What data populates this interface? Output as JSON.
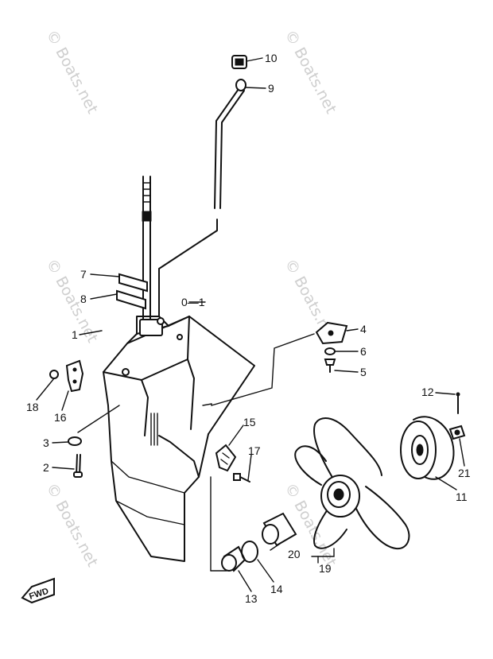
{
  "watermark": {
    "text": "© Boats.net",
    "color": "#cfcfcf"
  },
  "direction_badge": {
    "text": "FWD"
  },
  "callouts": [
    {
      "id": "10",
      "text": "10"
    },
    {
      "id": "9",
      "text": "9"
    },
    {
      "id": "7",
      "text": "7"
    },
    {
      "id": "8",
      "text": "8"
    },
    {
      "id": "0-1",
      "text": "0—1"
    },
    {
      "id": "1",
      "text": "1"
    },
    {
      "id": "4",
      "text": "4"
    },
    {
      "id": "6",
      "text": "6"
    },
    {
      "id": "5",
      "text": "5"
    },
    {
      "id": "18",
      "text": "18"
    },
    {
      "id": "16",
      "text": "16"
    },
    {
      "id": "12",
      "text": "12"
    },
    {
      "id": "21",
      "text": "21"
    },
    {
      "id": "11",
      "text": "11"
    },
    {
      "id": "15",
      "text": "15"
    },
    {
      "id": "17",
      "text": "17"
    },
    {
      "id": "3",
      "text": "3"
    },
    {
      "id": "2",
      "text": "2"
    },
    {
      "id": "20",
      "text": "20"
    },
    {
      "id": "19",
      "text": "19"
    },
    {
      "id": "13",
      "text": "13"
    },
    {
      "id": "14",
      "text": "14"
    }
  ]
}
